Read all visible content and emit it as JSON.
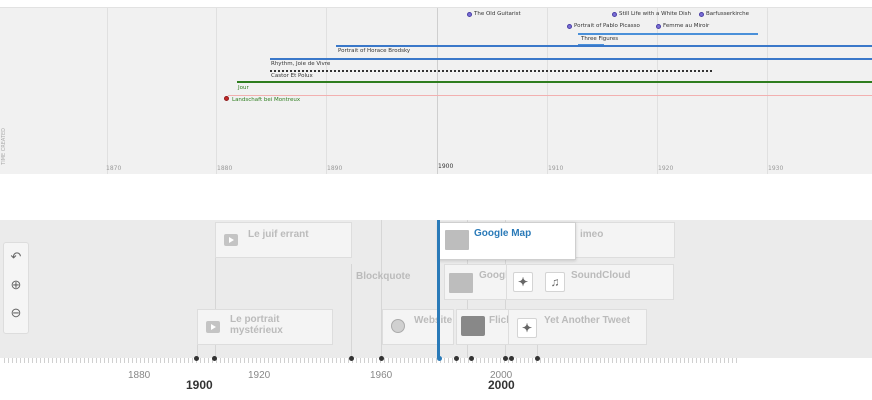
{
  "top_timeline": {
    "side_label": "TIME CREATED",
    "ticks": [
      {
        "label": "1870",
        "major": false
      },
      {
        "label": "1880",
        "major": false
      },
      {
        "label": "1890",
        "major": false
      },
      {
        "label": "1900",
        "major": true
      },
      {
        "label": "1910",
        "major": false
      },
      {
        "label": "1920",
        "major": false
      },
      {
        "label": "1930",
        "major": false
      }
    ],
    "events": [
      {
        "label": "The Old Guitarist",
        "color": "#7b6fd6"
      },
      {
        "label": "Still Life with a White Dish",
        "color": "#7b6fd6"
      },
      {
        "label": "Barfusserkirche",
        "color": "#7b6fd6"
      },
      {
        "label": "Portrait of Pablo Picasso",
        "color": "#7b6fd6"
      },
      {
        "label": "Femme au Miroir",
        "color": "#7b6fd6"
      },
      {
        "label": "Three Figures",
        "color": "#4a90d9"
      },
      {
        "label": "Portrait of Horace Brodsky",
        "color": "#3a78c9"
      },
      {
        "label": "Rhythm, Joie de Vivre",
        "color": "#3a78c9"
      },
      {
        "label": "Castor Et Polux",
        "color": "#333333"
      },
      {
        "label": "Jour",
        "color": "#2e7d1f"
      },
      {
        "label": "Landschaft bei Montreux",
        "color": "#c62828"
      }
    ]
  },
  "bottom_timeline": {
    "nav": {
      "back": "↶",
      "zoom_in": "⊕",
      "zoom_out": "⊖"
    },
    "cards": {
      "juif": "Le juif errant",
      "vimeo": "imeo",
      "google_map": "Google Map",
      "blockquote": "Blockquote",
      "google2": "Googl",
      "soundcloud": "SoundCloud",
      "portrait": "Le portrait mystérieux",
      "website": "Website",
      "flickr": "Flick",
      "tweet": "Yet Another Tweet"
    },
    "years": [
      {
        "label": "1880",
        "big": false
      },
      {
        "label": "1900",
        "big": true
      },
      {
        "label": "1920",
        "big": false
      },
      {
        "label": "1960",
        "big": false
      },
      {
        "label": "2000",
        "big": false
      },
      {
        "label": "2000",
        "big": true
      }
    ],
    "accent": "#2a7ab8"
  }
}
